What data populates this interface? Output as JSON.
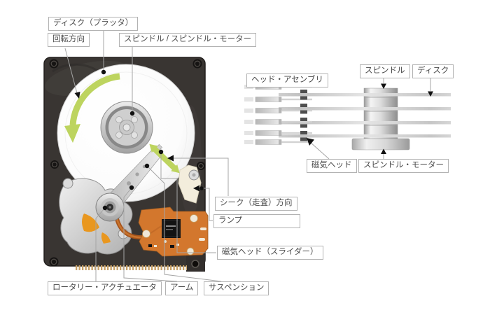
{
  "figure": {
    "type": "hard-disk-drive-internal-structure-diagram",
    "language": "ja",
    "views": [
      "top-view-open-drive",
      "side-view-platter-stack"
    ]
  },
  "labels": {
    "disk_platter": "ディスク（プラッタ）",
    "rotation_direction": "回転方向",
    "spindle_and_motor": "スピンドル / スピンドル・モーター",
    "head_assembly": "ヘッド・アセンブリ",
    "spindle": "スピンドル",
    "disk": "ディスク",
    "magnetic_head": "磁気ヘッド",
    "spindle_motor": "スピンドル・モーター",
    "seek_direction": "シーク（走査）方向",
    "ramp": "ランプ",
    "magnetic_head_slider": "磁気ヘッド（スライダー）",
    "rotary_actuator": "ロータリー・アクチュエータ",
    "arm": "アーム",
    "suspension": "サスペンション"
  },
  "side_view": {
    "disk_count": 4,
    "arm_count": 6,
    "head_count": 8
  },
  "colors": {
    "direction_arrow_green": "#bdd45f",
    "case_dark": "#393532",
    "platter_white": "#ffffff",
    "pcb_orange": "#d3772d",
    "chip_black": "#131313",
    "flex_cable_brown": "#a8551c",
    "ramp_cream": "#f3eddc",
    "actuator_accent_orange": "#e9971f",
    "connector_pin_gold": "#c9a267",
    "label_border_gray": "#b2b2b2",
    "label_text_gray": "#4a4a4a",
    "leader_line_gray": "#a5a5a5"
  }
}
